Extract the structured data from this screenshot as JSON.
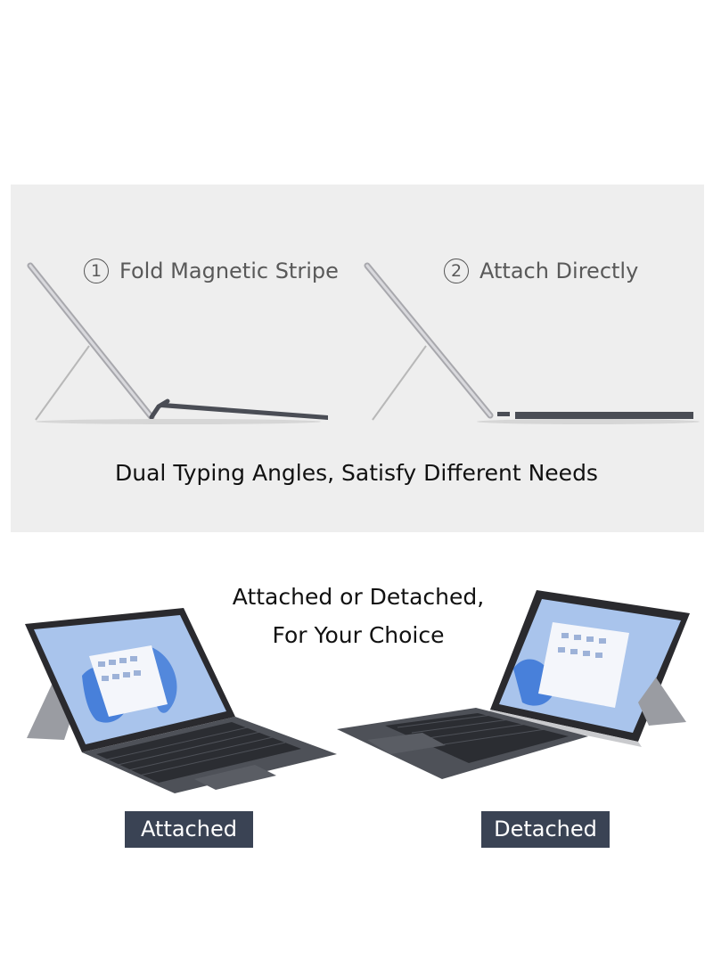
{
  "steps": [
    {
      "number": "1",
      "label": "Fold Magnetic Stripe"
    },
    {
      "number": "2",
      "label": "Attach Directly"
    }
  ],
  "tagline": "Dual Typing Angles, Satisfy Different Needs",
  "choice_heading": {
    "line1": "Attached or Detached,",
    "line2": "For Your Choice"
  },
  "labels": {
    "attached": "Attached",
    "detached": "Detached"
  },
  "colors": {
    "panel_bg": "#eeeeee",
    "label_bg": "#3a4354",
    "keyboard": "#4a4d55",
    "screen_blue": "#a9c4ec"
  }
}
